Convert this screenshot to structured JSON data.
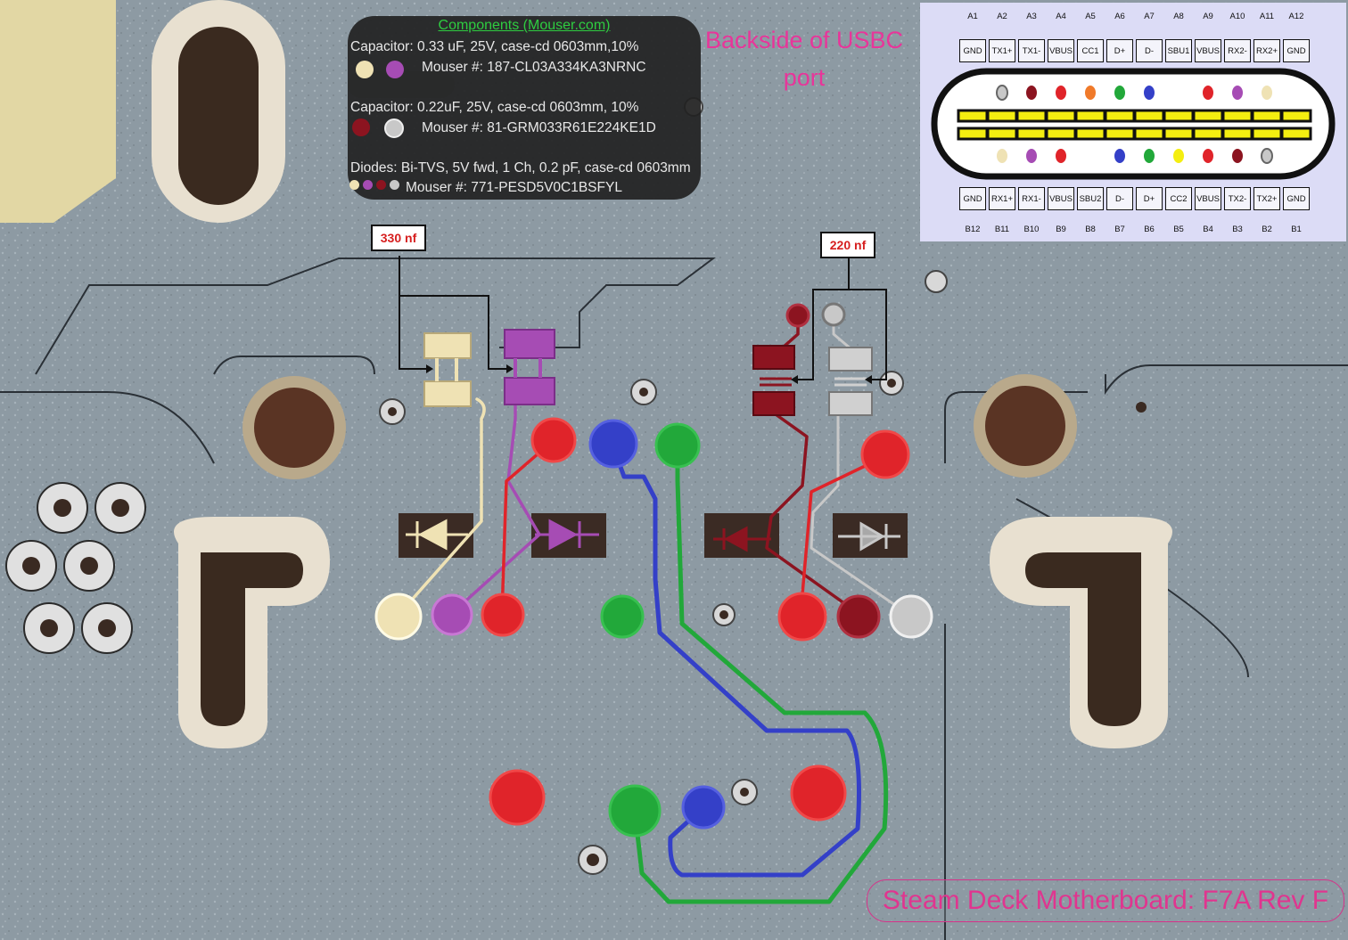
{
  "components": {
    "title": "Components (Mouser.com)",
    "cap1_line": "Capacitor: 0.33 uF,  25V, case-cd 0603mm,10%",
    "cap1_mouser": "Mouser #: 187-CL03A334KA3NRNC",
    "cap2_line": "Capacitor: 0.22uF, 25V, case-cd 0603mm, 10%",
    "cap2_mouser": "Mouser #: 81-GRM033R61E224KE1D",
    "diode_line": "Diodes: Bi-TVS, 5V fwd, 1 Ch, 0.2 pF, case-cd 0603mm",
    "diode_mouser": "Mouser #: 771-PESD5V0C1BSFYL"
  },
  "heading": {
    "line1": "Backside of USBC",
    "line2": "port"
  },
  "usbc": {
    "top_row_ids": [
      "A1",
      "A2",
      "A3",
      "A4",
      "A5",
      "A6",
      "A7",
      "A8",
      "A9",
      "A10",
      "A11",
      "A12"
    ],
    "top_row_pins": [
      "GND",
      "TX1+",
      "TX1-",
      "VBUS",
      "CC1",
      "D+",
      "D-",
      "SBU1",
      "VBUS",
      "RX2-",
      "RX2+",
      "GND"
    ],
    "bottom_row_pins": [
      "GND",
      "RX1+",
      "RX1-",
      "VBUS",
      "SBU2",
      "D-",
      "D+",
      "CC2",
      "VBUS",
      "TX2-",
      "TX2+",
      "GND"
    ],
    "bottom_row_ids": [
      "B12",
      "B11",
      "B10",
      "B9",
      "B8",
      "B7",
      "B6",
      "B5",
      "B4",
      "B3",
      "B2",
      "B1"
    ]
  },
  "labels": {
    "left_cap": "330 nf",
    "right_cap": "220 nf"
  },
  "footer": "Steam Deck Motherboard: F7A Rev F",
  "colors": {
    "cream": "#efe2b4",
    "purple": "#a64cb4",
    "red": "#e0242a",
    "darkred": "#8c1420",
    "gray": "#c8c8c8",
    "blue": "#3440c8",
    "green": "#22a83a",
    "orange": "#f07a2a",
    "yellow": "#f4ee10"
  }
}
